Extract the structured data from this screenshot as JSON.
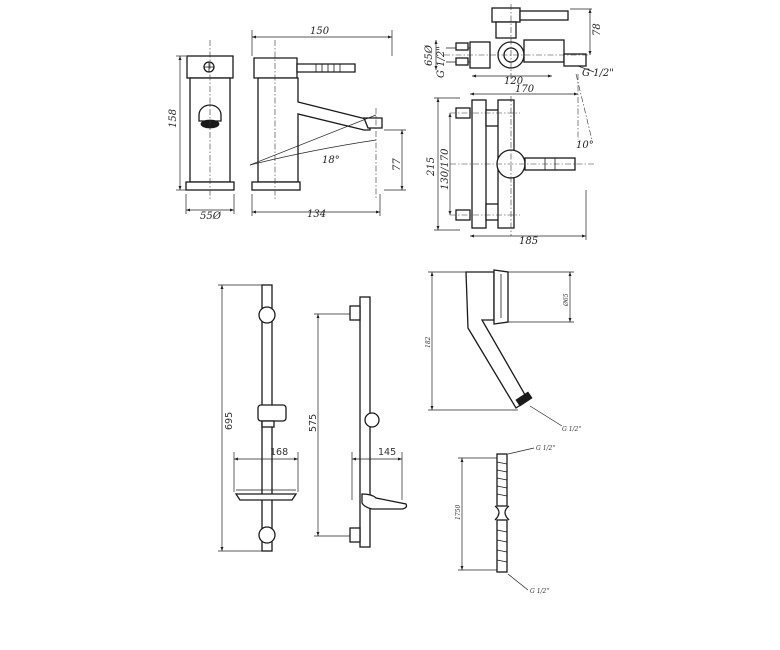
{
  "labels": {
    "basin_top_width": "150",
    "basin_height": "158",
    "basin_base_width": "55Ø",
    "basin_depth": "134",
    "basin_spout_angle": "18°",
    "basin_spout_height": "77",
    "bath_handle_offset": "78",
    "bath_thread_a": "G 1/2\"",
    "bath_body_dia": "65Ø",
    "bath_thread_b": "G 1/2\"",
    "bath_width_120": "120",
    "bath_width_170": "170",
    "bath_angle": "10°",
    "bath_height": "215",
    "bath_centers": "130/170",
    "bath_spread": "185",
    "rail_a_height": "695",
    "rail_a_dish": "168",
    "rail_b_height": "575",
    "rail_b_dish": "145",
    "shower_head_dia": "Ø65",
    "shower_head_len": "182",
    "shower_head_thread": "G 1/2\"",
    "hose_thread_top": "G 1/2\"",
    "hose_length": "1750",
    "hose_thread_bottom": "G 1/2\""
  }
}
